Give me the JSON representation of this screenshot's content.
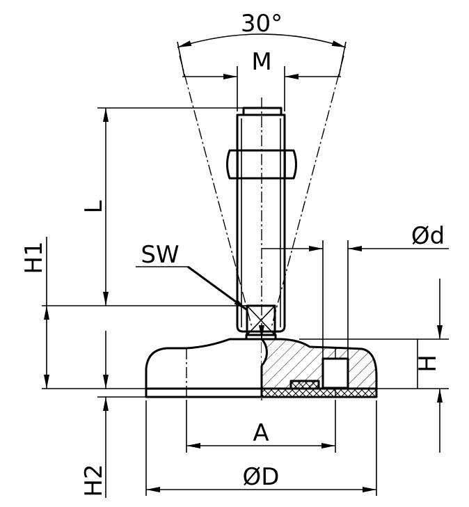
{
  "drawing": {
    "title": "Levelling foot dimension drawing",
    "labels": {
      "angle": "30°",
      "thread": "M",
      "length": "L",
      "height1": "H1",
      "height2": "H2",
      "wrench": "SW",
      "bore": "Ød",
      "base_height": "H",
      "hole_spacing": "A",
      "base_diameter": "ØD"
    },
    "line_color": "#000000"
  }
}
